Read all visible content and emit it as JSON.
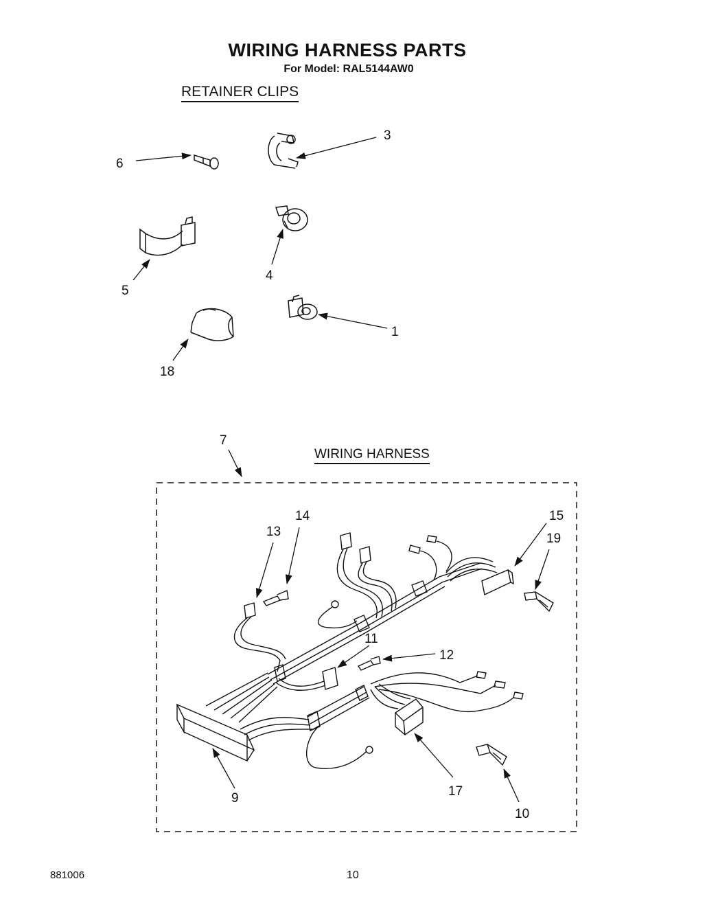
{
  "header": {
    "title": "WIRING HARNESS PARTS",
    "subtitle": "For Model: RAL5144AW0"
  },
  "sections": {
    "retainer_clips": "RETAINER CLIPS",
    "wiring_harness": "WIRING HARNESS"
  },
  "callouts": {
    "c1": "1",
    "c3": "3",
    "c4": "4",
    "c5": "5",
    "c6": "6",
    "c18": "18",
    "c7": "7",
    "c9": "9",
    "c10": "10",
    "c11": "11",
    "c12": "12",
    "c13": "13",
    "c14": "14",
    "c15": "15",
    "c17": "17",
    "c19": "19"
  },
  "footer": {
    "code": "881006",
    "page": "10"
  }
}
